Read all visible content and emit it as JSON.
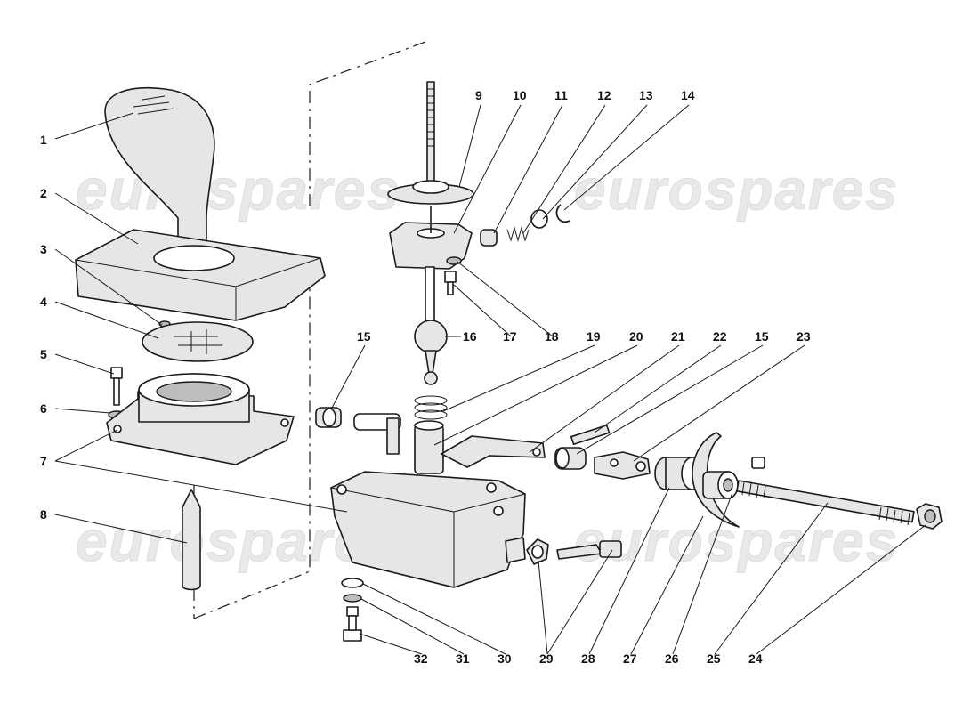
{
  "watermark": "eurospares",
  "colors": {
    "line": "#1a1a1a",
    "shade": "#e6e6e6",
    "watermark": "#e9e9e9"
  },
  "callouts": [
    "1",
    "2",
    "3",
    "4",
    "5",
    "6",
    "7",
    "8",
    "9",
    "10",
    "11",
    "12",
    "13",
    "14",
    "15",
    "16",
    "17",
    "18",
    "19",
    "20",
    "21",
    "22",
    "15",
    "23",
    "24",
    "25",
    "26",
    "27",
    "28",
    "29",
    "30",
    "31",
    "32"
  ]
}
